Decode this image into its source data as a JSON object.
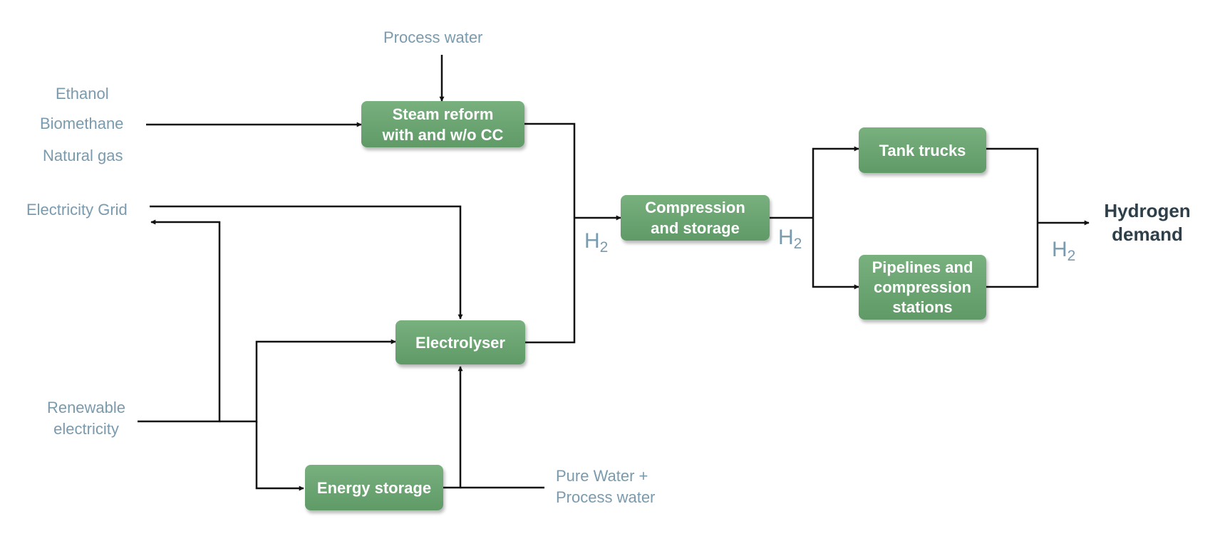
{
  "boxes": {
    "steam_reform": "Steam reform\nwith and w/o CC",
    "electrolyser": "Electrolyser",
    "energy_storage": "Energy storage",
    "compression_storage": "Compression\nand storage",
    "tank_trucks": "Tank trucks",
    "pipelines": "Pipelines and\ncompression\nstations"
  },
  "inputs": {
    "process_water": "Process water",
    "ethanol": "Ethanol",
    "biomethane": "Biomethane",
    "natural_gas": "Natural gas",
    "electricity_grid": "Electricity Grid",
    "renewable_electricity": "Renewable\nelectricity",
    "pure_water": "Pure Water +\nProcess water"
  },
  "flows": {
    "h2_symbol": "H",
    "h2_subscript": "2"
  },
  "output": {
    "hydrogen_demand": "Hydrogen\ndemand"
  }
}
